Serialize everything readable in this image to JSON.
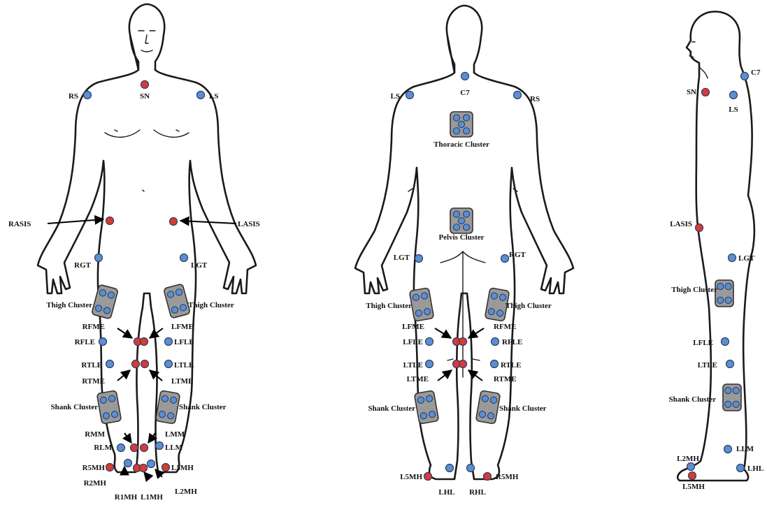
{
  "colors": {
    "anatomical_marker": "#d93a33",
    "tracking_marker": "#5b8fd0",
    "marker_stroke": "#2b3f66",
    "cluster_plate": "#9a9a9a"
  },
  "front_view": {
    "labels": {
      "sn": "SN",
      "rs": "RS",
      "ls": "LS",
      "rasis": "RASIS",
      "lasis": "LASIS",
      "rgt": "RGT",
      "lgt": "LGT",
      "thigh_left": "Thigh Cluster",
      "thigh_right": "Thigh Cluster",
      "rfme": "RFME",
      "rfle": "RFLE",
      "lfme": "LFME",
      "lfle": "LFLE",
      "rtle": "RTLE",
      "rtme": "RTME",
      "ltle": "LTLE",
      "ltme": "LTME",
      "shank_left": "Shank Cluster",
      "shank_right": "Shank Cluster",
      "rmm": "RMM",
      "rlm": "RLM",
      "lmm": "LMM",
      "llm": "LLM",
      "r5mh": "R5MH",
      "r2mh": "R2MH",
      "r1mh": "R1MH",
      "l1mh": "L1MH",
      "l2mh": "L2MH",
      "l5mh": "L5MH"
    }
  },
  "back_view": {
    "labels": {
      "c7": "C7",
      "ls": "LS",
      "rs": "RS",
      "thoracic": "Thoracic Cluster",
      "pelvis": "Pelvis Cluster",
      "lgt": "LGT",
      "rgt": "RGT",
      "thigh_left": "Thigh Cluster",
      "thigh_right": "Thigh Cluster",
      "lfme": "LFME",
      "lfle": "LFLE",
      "rfme": "RFME",
      "rfle": "RFLE",
      "ltle": "LTLE",
      "ltme": "LTME",
      "rtle": "RTLE",
      "rtme": "RTME",
      "shank_left": "Shank Cluster",
      "shank_right": "Shank Cluster",
      "l5mh": "L5MH",
      "r5mh": "R5MH",
      "lhl": "LHL",
      "rhl": "RHL"
    }
  },
  "side_view": {
    "labels": {
      "c7": "C7",
      "sn": "SN",
      "ls": "LS",
      "lasis": "LASIS",
      "lgt": "LGT",
      "thigh": "Thigh Cluster",
      "lfle": "LFLE",
      "ltle": "LTLE",
      "shank": "Shank Cluster",
      "llm": "LLM",
      "l2mh": "L2MH",
      "lhl": "LHL",
      "l5mh": "L5MH"
    }
  }
}
